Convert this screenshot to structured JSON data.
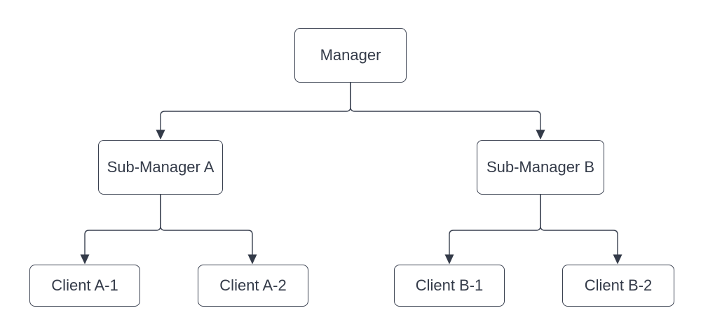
{
  "diagram": {
    "type": "org-chart",
    "background_color": "#ffffff",
    "node_fill_color": "#ffffff",
    "stroke_color": "#3a4150",
    "text_color": "#343b49"
  },
  "nodes": {
    "manager": {
      "label": "Manager"
    },
    "sub_manager_a": {
      "label": "Sub-Manager A"
    },
    "sub_manager_b": {
      "label": "Sub-Manager B"
    },
    "client_a1": {
      "label": "Client A-1"
    },
    "client_a2": {
      "label": "Client A-2"
    },
    "client_b1": {
      "label": "Client B-1"
    },
    "client_b2": {
      "label": "Client B-2"
    }
  },
  "edges": [
    {
      "from": "Manager",
      "to": "Sub-Manager A"
    },
    {
      "from": "Manager",
      "to": "Sub-Manager B"
    },
    {
      "from": "Sub-Manager A",
      "to": "Client A-1"
    },
    {
      "from": "Sub-Manager A",
      "to": "Client A-2"
    },
    {
      "from": "Sub-Manager B",
      "to": "Client B-1"
    },
    {
      "from": "Sub-Manager B",
      "to": "Client B-2"
    }
  ]
}
